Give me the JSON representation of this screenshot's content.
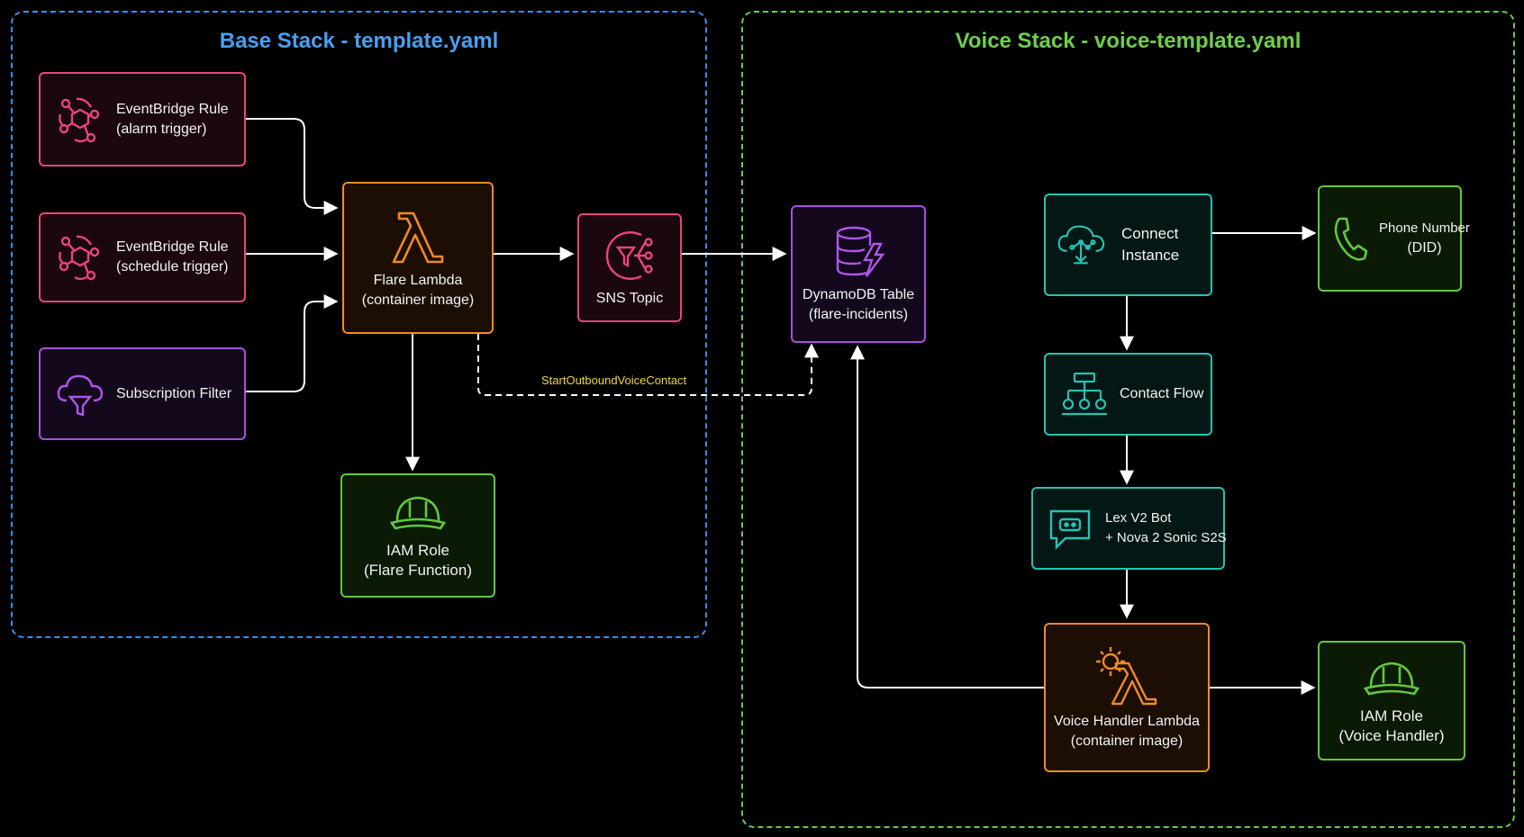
{
  "base_stack": {
    "title": "Base Stack - template.yaml"
  },
  "voice_stack": {
    "title": "Voice Stack - voice-template.yaml"
  },
  "nodes": {
    "eventbridge_alarm": {
      "line1": "EventBridge Rule",
      "line2": "(alarm trigger)",
      "icon": "eventbridge-icon"
    },
    "eventbridge_schedule": {
      "line1": "EventBridge Rule",
      "line2": "(schedule trigger)",
      "icon": "eventbridge-icon"
    },
    "subscription_filter": {
      "line1": "Subscription Filter",
      "icon": "cloud-filter-icon"
    },
    "flare_lambda": {
      "line1": "Flare Lambda",
      "line2": "(container image)",
      "icon": "lambda-icon"
    },
    "sns_topic": {
      "line1": "SNS Topic",
      "icon": "sns-icon"
    },
    "iam_role_flare": {
      "line1": "IAM Role",
      "line2": "(Flare Function)",
      "icon": "hard-hat-icon"
    },
    "dynamodb_table": {
      "line1": "DynamoDB Table",
      "line2": "(flare-incidents)",
      "icon": "dynamodb-icon"
    },
    "connect_instance": {
      "line1": "Connect",
      "line2": "Instance",
      "icon": "connect-cloud-icon"
    },
    "phone_number": {
      "line1": "Phone Number",
      "line2": "(DID)",
      "icon": "phone-icon"
    },
    "contact_flow": {
      "line1": "Contact Flow",
      "icon": "flow-tree-icon"
    },
    "lex_bot": {
      "line1": "Lex V2 Bot",
      "line2": "+ Nova 2 Sonic S2S",
      "icon": "chat-bot-icon"
    },
    "voice_handler_lambda": {
      "line1": "Voice Handler Lambda",
      "line2": "(container image)",
      "icon": "lambda-gear-icon"
    },
    "iam_role_voice": {
      "line1": "IAM Role",
      "line2": "(Voice Handler)",
      "icon": "hard-hat-icon"
    }
  },
  "edges": {
    "start_outbound": "StartOutboundVoiceContact"
  },
  "colors": {
    "base_stack": "#3d8ee6",
    "voice_stack": "#6cc94b",
    "eventbridge": "#e8457a",
    "lambda": "#f08a24",
    "iam": "#63c83c",
    "dynamodb": "#a94fe0",
    "connect": "#23c3b4",
    "edge_label": "#f2d43a"
  }
}
